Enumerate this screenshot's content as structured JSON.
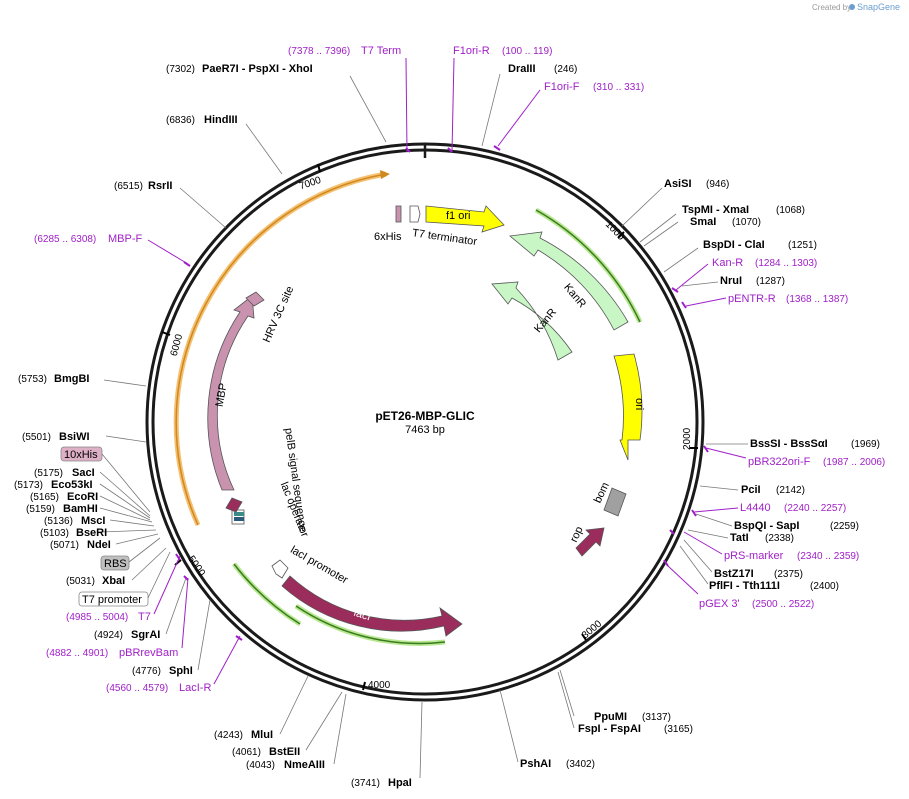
{
  "credit": {
    "prefix": "Created by",
    "brand": "SnapGene"
  },
  "plasmid": {
    "name": "pET26-MBP-GLIC",
    "length_label": "7463 bp"
  },
  "ticks": [
    "1000",
    "2000",
    "3000",
    "4000",
    "5000",
    "6000",
    "7000"
  ],
  "enzyme_labels": [
    {
      "pos": "(7302)",
      "name": "PaeR7I  - PspXI  - XhoI"
    },
    {
      "pos": "(246)",
      "name": "DraIII"
    },
    {
      "pos": "(6836)",
      "name": "HindIII"
    },
    {
      "pos": "(6515)",
      "name": "RsrII"
    },
    {
      "pos": "(946)",
      "name": "AsiSI"
    },
    {
      "pos": "(1068)",
      "name": "TspMI  - XmaI"
    },
    {
      "pos": "(1070)",
      "name": "SmaI"
    },
    {
      "pos": "(1251)",
      "name": "BspDI  - ClaI"
    },
    {
      "pos": "(1287)",
      "name": "NruI"
    },
    {
      "pos": "(5753)",
      "name": "BmgBI"
    },
    {
      "pos": "(5501)",
      "name": "BsiWI"
    },
    {
      "pos": "(1969)",
      "name": "BssSI  - BssSαI"
    },
    {
      "pos": "(5175)",
      "name": "SacI"
    },
    {
      "pos": "(5173)",
      "name": "Eco53kI"
    },
    {
      "pos": "(5165)",
      "name": "EcoRI"
    },
    {
      "pos": "(5159)",
      "name": "BamHI"
    },
    {
      "pos": "(5136)",
      "name": "MscI"
    },
    {
      "pos": "(5103)",
      "name": "BseRI"
    },
    {
      "pos": "(5071)",
      "name": "NdeI"
    },
    {
      "pos": "(2142)",
      "name": "PciI"
    },
    {
      "pos": "(2259)",
      "name": "BspQI  - SapI"
    },
    {
      "pos": "(2338)",
      "name": "TatI"
    },
    {
      "pos": "(2375)",
      "name": "BstZ17I"
    },
    {
      "pos": "(2400)",
      "name": "PflFI  - Tth111I"
    },
    {
      "pos": "(5031)",
      "name": "XbaI"
    },
    {
      "pos": "(4924)",
      "name": "SgrAI"
    },
    {
      "pos": "(4776)",
      "name": "SphI"
    },
    {
      "pos": "(3137)",
      "name": "PpuMI"
    },
    {
      "pos": "(3165)",
      "name": "FspI  - FspAI"
    },
    {
      "pos": "(3402)",
      "name": "PshAI"
    },
    {
      "pos": "(4243)",
      "name": "MluI"
    },
    {
      "pos": "(4061)",
      "name": "BstEII"
    },
    {
      "pos": "(4043)",
      "name": "NmeAIII"
    },
    {
      "pos": "(3741)",
      "name": "HpaI"
    }
  ],
  "primer_labels": [
    {
      "pos": "(7378 .. 7396)",
      "name": "T7 Term"
    },
    {
      "pos": "(100 .. 119)",
      "name": "F1ori-R"
    },
    {
      "pos": "(310 .. 331)",
      "name": "F1ori-F"
    },
    {
      "pos": "(6285 .. 6308)",
      "name": "MBP-F"
    },
    {
      "pos": "(1284 .. 1303)",
      "name": "Kan-R"
    },
    {
      "pos": "(1368 .. 1387)",
      "name": "pENTR-R"
    },
    {
      "pos": "(1987 .. 2006)",
      "name": "pBR322ori-F"
    },
    {
      "pos": "(2240 .. 2257)",
      "name": "L4440"
    },
    {
      "pos": "(2340 .. 2359)",
      "name": "pRS-marker"
    },
    {
      "pos": "(2500 .. 2522)",
      "name": "pGEX 3'"
    },
    {
      "pos": "(4985 .. 5004)",
      "name": "T7"
    },
    {
      "pos": "(4882 .. 4901)",
      "name": "pBRrevBam"
    },
    {
      "pos": "(4560 .. 4579)",
      "name": "LacI-R"
    }
  ],
  "feature_tags": [
    {
      "name": "10xHis"
    },
    {
      "name": "RBS"
    },
    {
      "name": "T7 promoter"
    }
  ],
  "features": [
    {
      "name": "f1 ori",
      "color": "#ffff00"
    },
    {
      "name": "KanR",
      "color": "#c8f7c5"
    },
    {
      "name": "KanR",
      "color": "#c8f7c5"
    },
    {
      "name": "ori",
      "color": "#ffff00"
    },
    {
      "name": "bom",
      "color": "#a0a0a0"
    },
    {
      "name": "rop",
      "color": "#9b2d5c"
    },
    {
      "name": "lacI",
      "color": "#9b2d5c"
    },
    {
      "name": "lacI promoter",
      "color": "#ffffff"
    },
    {
      "name": "lac operator",
      "color": "#ffffff"
    },
    {
      "name": "pelB signal sequence",
      "color": "#9b2d5c"
    },
    {
      "name": "MBP",
      "color": "#c993b0"
    },
    {
      "name": "HRV 3C site",
      "color": "#c993b0"
    },
    {
      "name": "6xHis",
      "color": "#c993b0"
    },
    {
      "name": "T7 terminator",
      "color": "#ffffff"
    }
  ],
  "colors": {
    "primer": "#a020c8",
    "orf_orange": "#f0a030",
    "orf_green": "#7ac850",
    "backbone": "#1a1a1a"
  }
}
